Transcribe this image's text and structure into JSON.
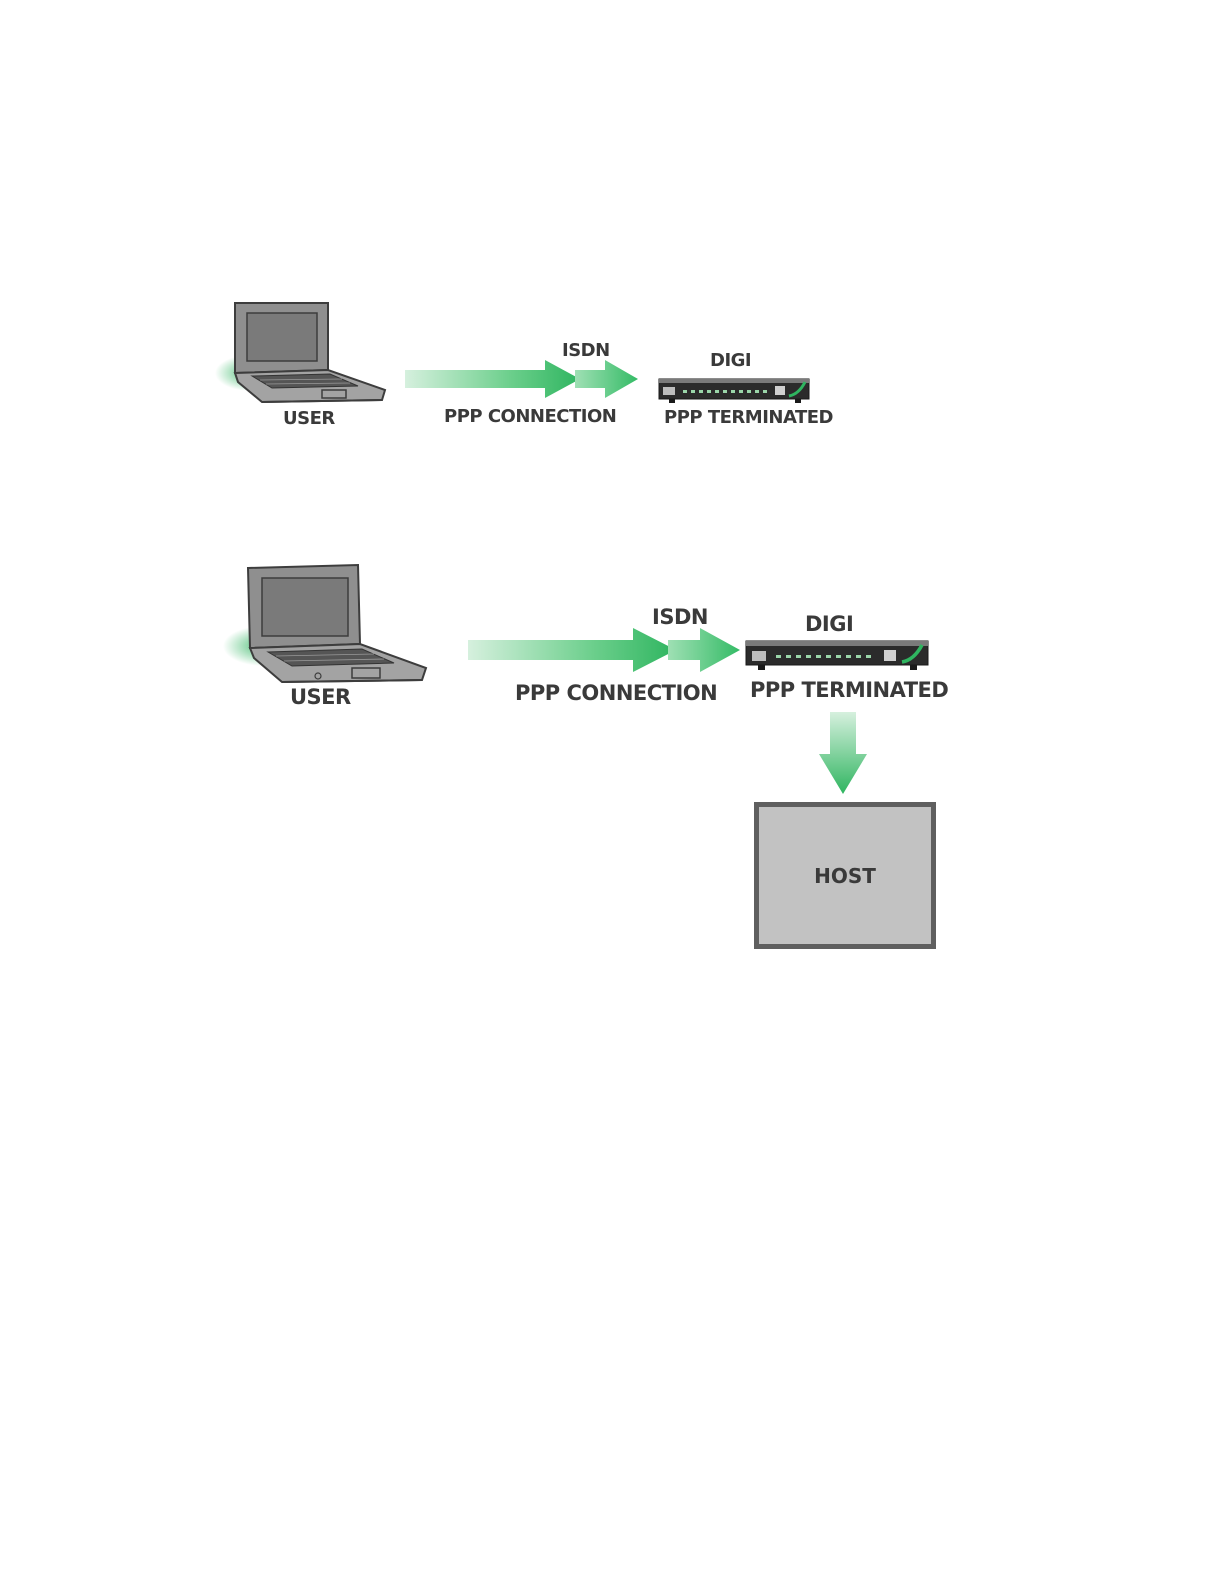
{
  "diagram1": {
    "user_label": "USER",
    "connection_label": "PPP CONNECTION",
    "isdn_label": "ISDN",
    "device_label": "DIGI",
    "terminated_label": "PPP TERMINATED"
  },
  "diagram2": {
    "user_label": "USER",
    "connection_label": "PPP CONNECTION",
    "isdn_label": "ISDN",
    "device_label": "DIGI",
    "terminated_label": "PPP TERMINATED",
    "host_label": "HOST"
  },
  "colors": {
    "arrow_green": "#2fb560",
    "laptop_gray": "#8c8c8c",
    "host_fill": "#c2c2c2",
    "host_border": "#5f5f5f",
    "label_text": "#3a3a3a"
  }
}
